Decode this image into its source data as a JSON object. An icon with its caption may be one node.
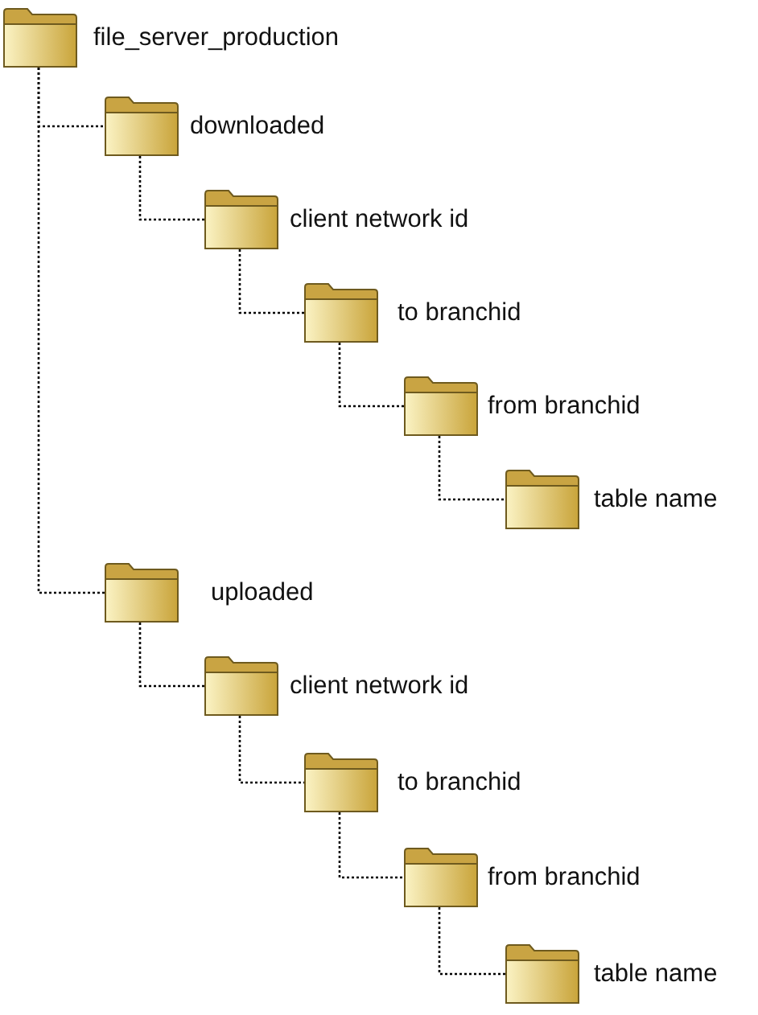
{
  "diagram": {
    "nodes": [
      {
        "text": [
          "file_server_production"
        ]
      },
      {
        "text": [
          "downloaded"
        ]
      },
      {
        "text": [
          "client network id"
        ]
      },
      {
        "text": [
          "to branchid"
        ]
      },
      {
        "text": [
          "from branchid"
        ]
      },
      {
        "text": [
          "table name"
        ]
      },
      {
        "text": [
          "uploaded"
        ]
      },
      {
        "text": [
          "client network id"
        ]
      },
      {
        "text": [
          "to branchid"
        ]
      },
      {
        "text": [
          "from branchid"
        ]
      },
      {
        "text": [
          "table name"
        ]
      }
    ],
    "edges": [
      {
        "from": 0,
        "to": 1,
        "arrow": "none"
      },
      {
        "from": 1,
        "to": 2,
        "arrow": "none"
      },
      {
        "from": 2,
        "to": 3,
        "arrow": "none"
      },
      {
        "from": 3,
        "to": 4,
        "arrow": "none"
      },
      {
        "from": 4,
        "to": 5,
        "arrow": "none"
      },
      {
        "from": 0,
        "to": 6,
        "arrow": "none"
      },
      {
        "from": 6,
        "to": 7,
        "arrow": "none"
      },
      {
        "from": 7,
        "to": 8,
        "arrow": "none"
      },
      {
        "from": 8,
        "to": 9,
        "arrow": "none"
      },
      {
        "from": 9,
        "to": 10,
        "arrow": "none"
      }
    ]
  }
}
